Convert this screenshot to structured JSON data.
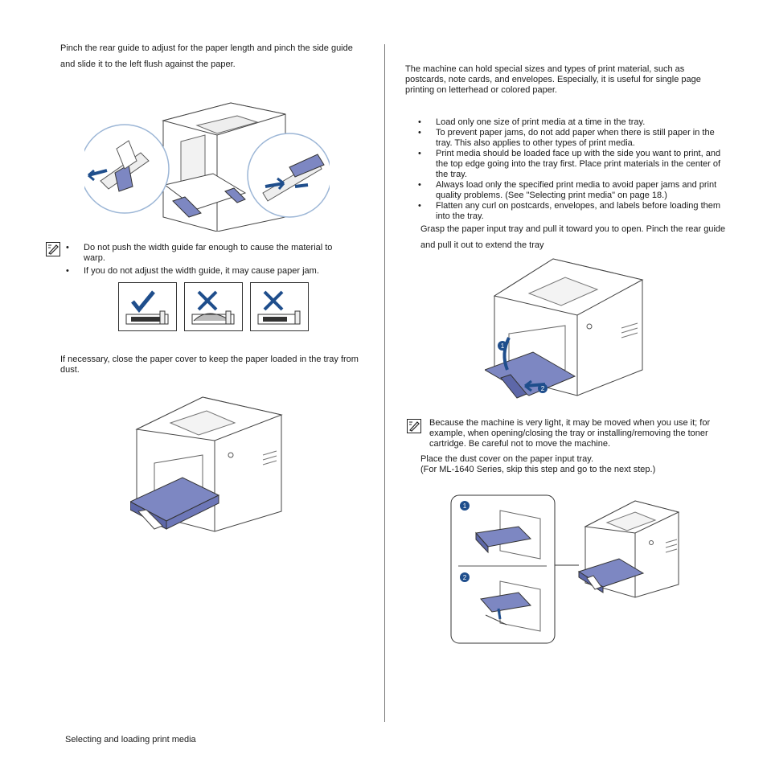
{
  "left": {
    "step_text_1": "Pinch the rear guide to adjust for the paper length and pinch the side guide and slide it to the left flush against the paper.",
    "note_items": [
      "Do not push the width guide far enough to cause the material to warp.",
      "If you do not adjust the width guide, it may cause paper jam."
    ],
    "step_text_2": "If necessary, close the paper cover to keep the paper loaded in the tray from dust."
  },
  "right": {
    "intro": "The machine can hold special sizes and types of print material, such as postcards, note cards, and envelopes. Especially, it is useful for single page printing on letterhead or colored paper.",
    "bullets": [
      "Load only one size of print media at a time in the tray.",
      "To prevent paper jams, do not add paper when there is still paper in the tray. This also applies to other types of print media.",
      "Print media should be loaded face up with the side you want to print, and the top edge going into the tray first. Place print materials in the center of the tray.",
      "Always load only the specified print media to avoid paper jams and print quality problems. (See \"Selecting print media\" on page 18.)",
      "Flatten any curl on postcards, envelopes, and labels before loading them into the tray."
    ],
    "step_grasp": "Grasp the paper input tray and pull it toward you to open. Pinch the rear guide and pull it out to extend the tray",
    "note_text": "Because the machine is very light, it may be moved when you use it; for example, when opening/closing the tray or installing/removing the toner cartridge. Be careful not to move the machine.",
    "step_dust_1": "Place the dust cover on the paper input tray.",
    "step_dust_2": "(For ML-1640 Series, skip this step and go to the next step.)",
    "callout_1": "1",
    "callout_2": "2"
  },
  "bullet_char": "•",
  "footer": "Selecting and loading print media",
  "colors": {
    "accent": "#1f4e8c",
    "tray_fill": "#7d87c2",
    "line": "#444444"
  },
  "icons": [
    "note-icon",
    "check-icon",
    "cross-icon"
  ]
}
